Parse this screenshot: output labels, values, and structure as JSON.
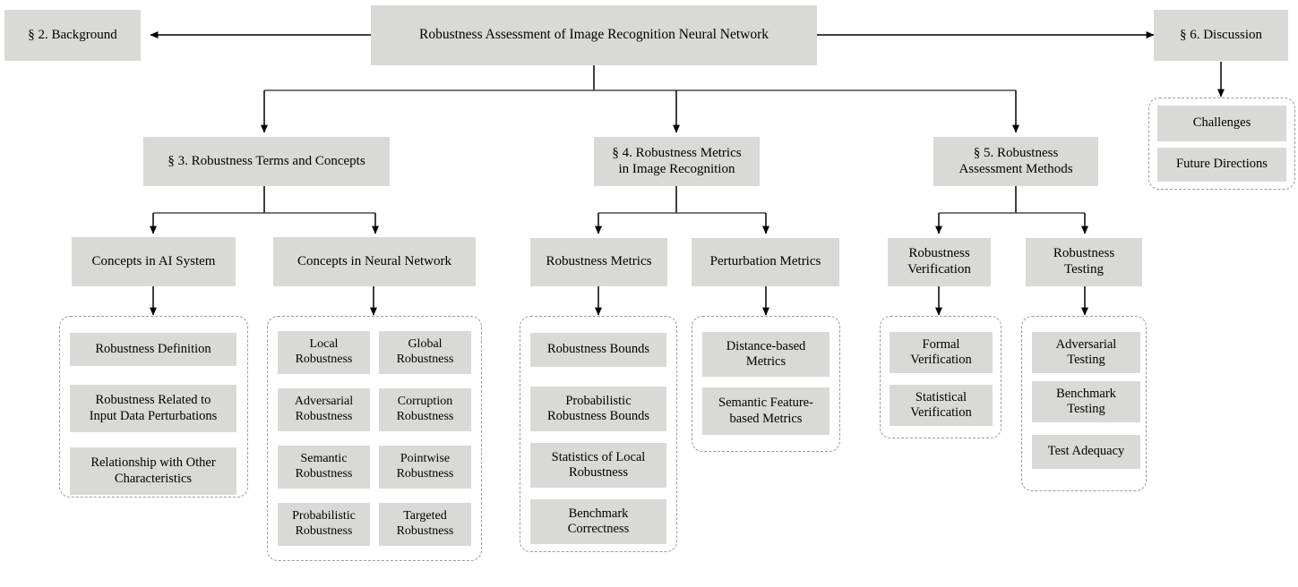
{
  "diagram": {
    "title": "Robustness Assessment of Image Recognition Neural Network",
    "colors": {
      "node_fill": "#d9d9d7",
      "group_border": "#9a9a9a",
      "edge": "#000000",
      "background": "#ffffff"
    },
    "root": {
      "label": "Robustness Assessment of Image Recognition Neural Network"
    },
    "background_section": {
      "label": "§ 2. Background"
    },
    "discussion_section": {
      "label": "§ 6. Discussion"
    },
    "discussion_children": [
      {
        "label": "Challenges"
      },
      {
        "label": "Future Directions"
      }
    ],
    "section3": {
      "label": "§ 3. Robustness Terms and Concepts",
      "children": [
        {
          "label": "Concepts in AI System",
          "leaves": [
            {
              "label": "Robustness Definition"
            },
            {
              "label": "Robustness Related to\nInput Data Perturbations"
            },
            {
              "label": "Relationship with Other\nCharacteristics"
            }
          ]
        },
        {
          "label": "Concepts in Neural Network",
          "leaves": [
            {
              "label": "Local\nRobustness"
            },
            {
              "label": "Global\nRobustness"
            },
            {
              "label": "Adversarial\nRobustness"
            },
            {
              "label": "Corruption\nRobustness"
            },
            {
              "label": "Semantic\nRobustness"
            },
            {
              "label": "Pointwise\nRobustness"
            },
            {
              "label": "Probabilistic\nRobustness"
            },
            {
              "label": "Targeted\nRobustness"
            }
          ]
        }
      ]
    },
    "section4": {
      "label": "§ 4. Robustness Metrics\nin Image Recognition",
      "children": [
        {
          "label": "Robustness Metrics",
          "leaves": [
            {
              "label": "Robustness Bounds"
            },
            {
              "label": "Probabilistic\nRobustness Bounds"
            },
            {
              "label": "Statistics of Local\nRobustness"
            },
            {
              "label": "Benchmark\nCorrectness"
            }
          ]
        },
        {
          "label": "Perturbation Metrics",
          "leaves": [
            {
              "label": "Distance-based\nMetrics"
            },
            {
              "label": "Semantic Feature-\nbased Metrics"
            }
          ]
        }
      ]
    },
    "section5": {
      "label": "§ 5. Robustness\nAssessment Methods",
      "children": [
        {
          "label": "Robustness\nVerification",
          "leaves": [
            {
              "label": "Formal\nVerification"
            },
            {
              "label": "Statistical\nVerification"
            }
          ]
        },
        {
          "label": "Robustness\nTesting",
          "leaves": [
            {
              "label": "Adversarial\nTesting"
            },
            {
              "label": "Benchmark\nTesting"
            },
            {
              "label": "Test Adequacy"
            }
          ]
        }
      ]
    }
  }
}
